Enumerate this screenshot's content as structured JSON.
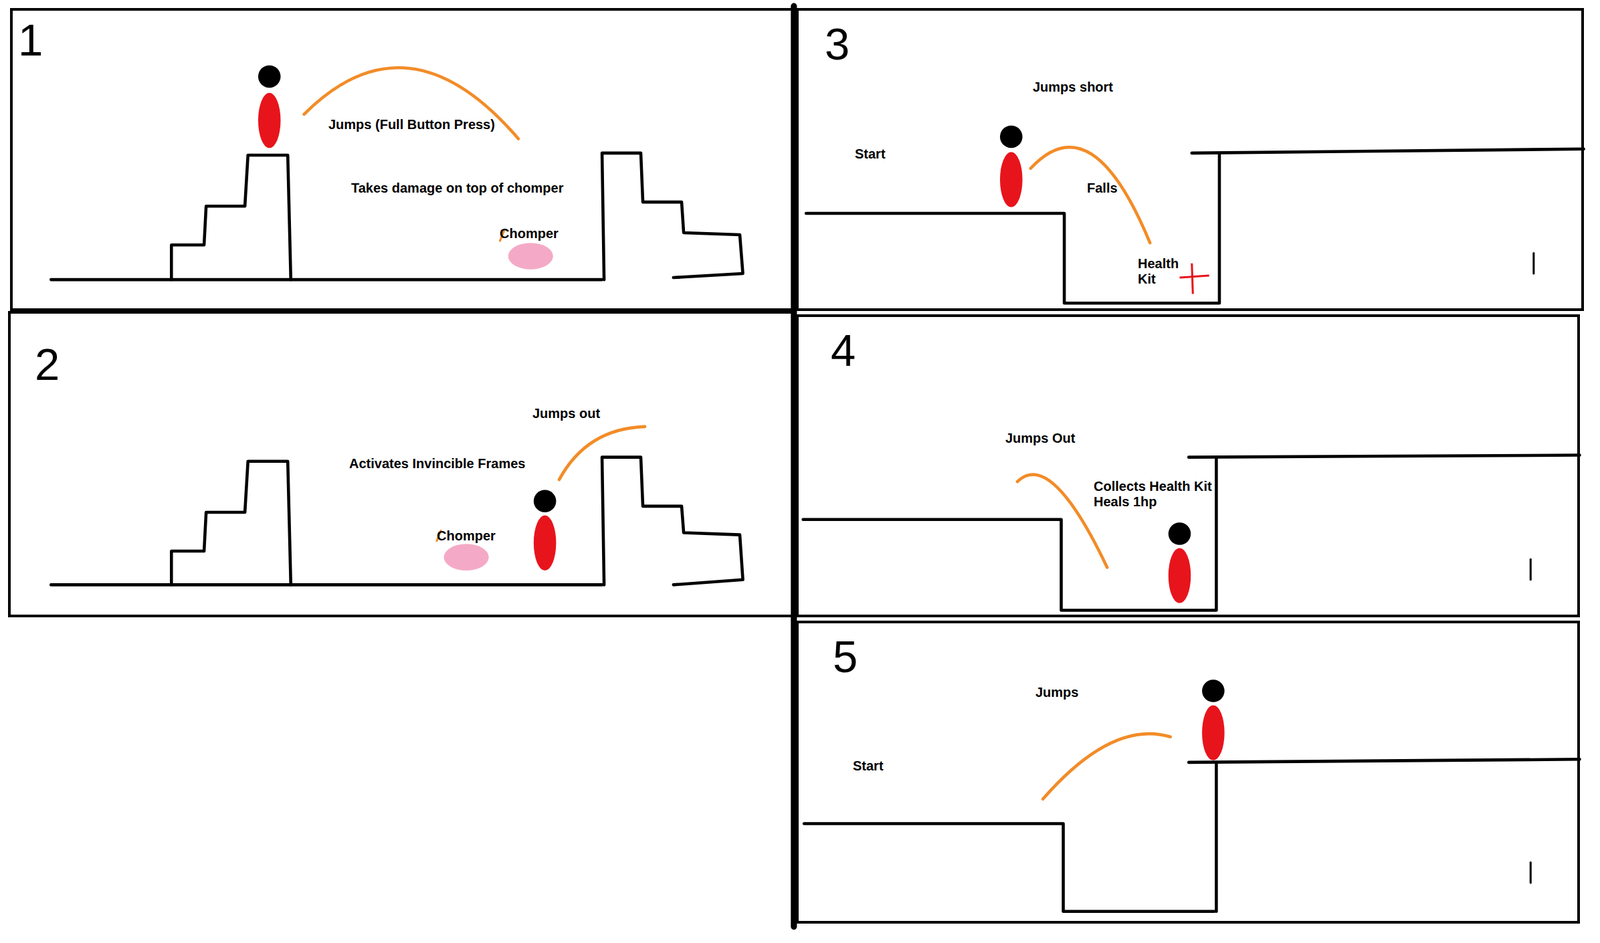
{
  "diagram": {
    "nodes": [
      {
        "text": [
          "1",
          "Jumps (Full Button Press)",
          "Takes damage on top of chomper",
          "Chomper"
        ]
      },
      {
        "text": [
          "2",
          "Jumps out",
          "Activates Invincible Frames",
          "Chomper"
        ]
      },
      {
        "text": [
          "3",
          "Jumps short",
          "Start",
          "Falls",
          "Health Kit"
        ]
      },
      {
        "text": [
          "4",
          "Jumps Out",
          "Collects Health Kit Heals 1hp"
        ]
      },
      {
        "text": [
          "5",
          "Jumps",
          "Start"
        ]
      }
    ]
  }
}
